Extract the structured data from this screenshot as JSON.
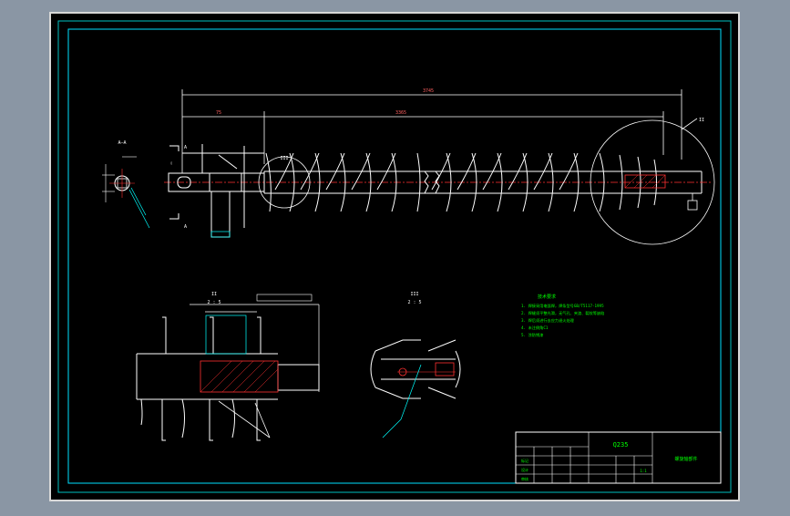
{
  "drawing": {
    "dims": {
      "overall": "3745",
      "left_segment": "75",
      "main_length": "3365"
    },
    "view_labels": {
      "section_a": "A—A",
      "detail_ii_top": "II",
      "detail_iii_top": "III",
      "detail_ii_title": "II",
      "detail_ii_scale": "2 : 5",
      "detail_iii_title": "III",
      "detail_iii_scale": "2 : 5",
      "section_marker_top": "A",
      "section_marker_bottom": "A"
    },
    "tech_notes_title": "技术要求",
    "tech_notes": [
      "1. 焊接采用电弧焊，焊条型号GB/T5117-1995",
      "2. 焊缝须平整光滑，无气孔、夹渣、裂纹等缺陷",
      "3. 焊后须进行去应力退火处理",
      "4. 未注倒角C1",
      "5. 涂防锈漆"
    ],
    "title_block": {
      "material": "Q235",
      "drawing_name": "螺旋轴部件",
      "scale": "1:1",
      "row_labels": [
        "标记",
        "设计",
        "审核"
      ]
    }
  }
}
